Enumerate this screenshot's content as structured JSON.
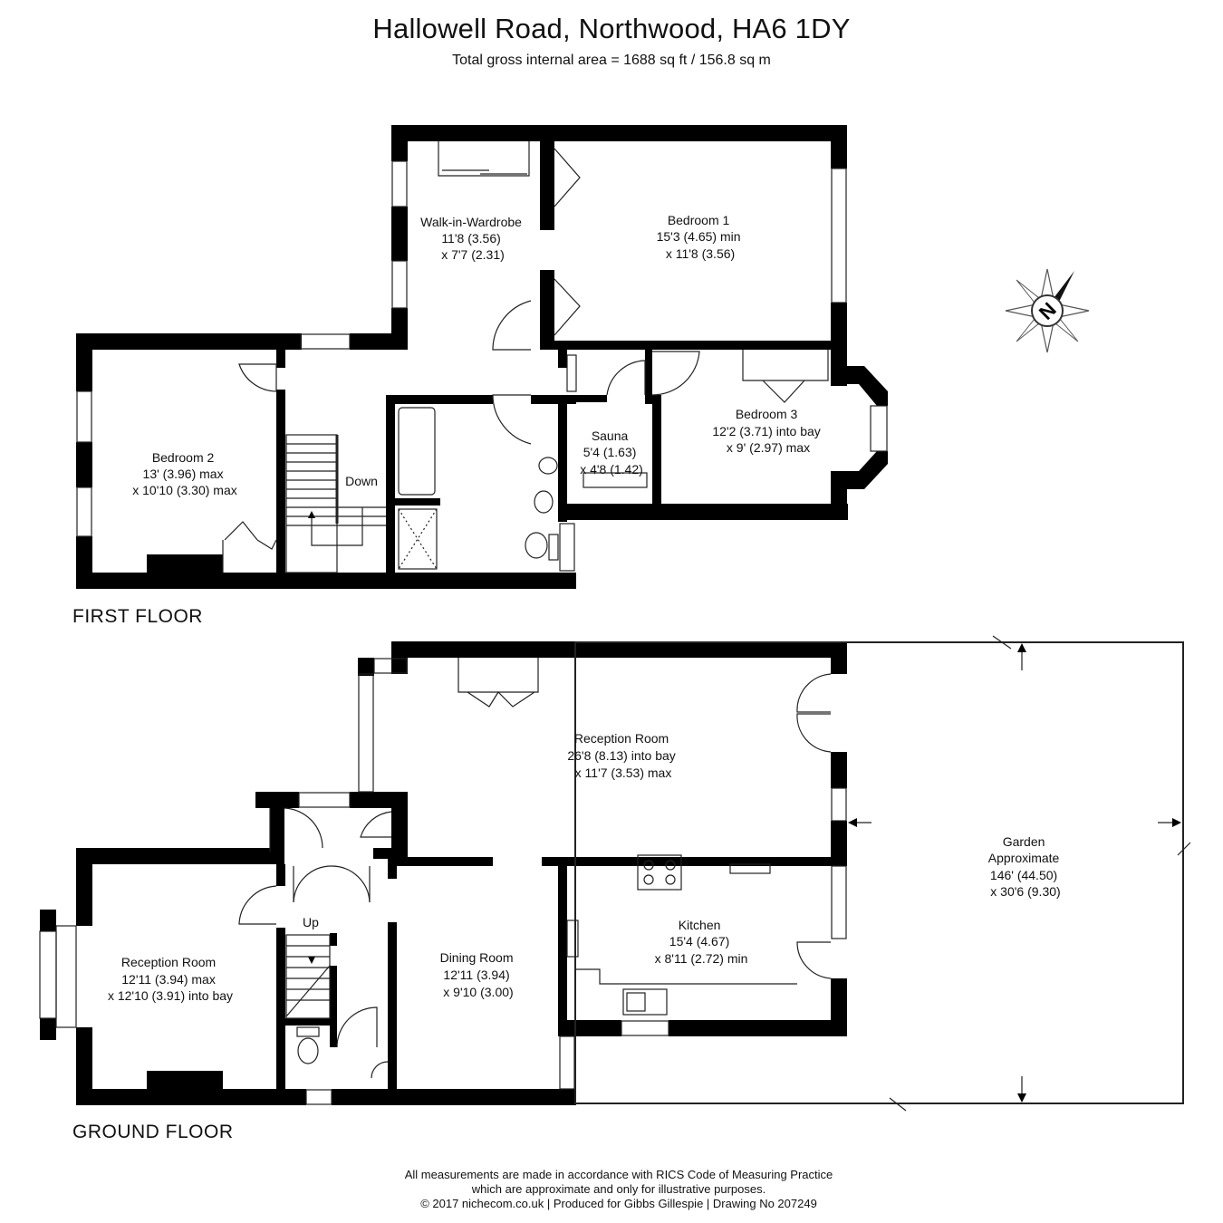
{
  "header": {
    "title": "Hallowell Road, Northwood, HA6 1DY",
    "subtitle": "Total gross internal area =  1688 sq ft / 156.8 sq m"
  },
  "floors": {
    "first": {
      "label": "FIRST FLOOR",
      "rooms": {
        "walk_in_wardrobe": [
          "Walk-in-Wardrobe",
          "11'8 (3.56)",
          "x 7'7 (2.31)"
        ],
        "bedroom1": [
          "Bedroom 1",
          "15'3 (4.65) min",
          "x 11'8 (3.56)"
        ],
        "bedroom2": [
          "Bedroom 2",
          "13' (3.96) max",
          "x 10'10 (3.30) max"
        ],
        "sauna": [
          "Sauna",
          "5'4 (1.63)",
          "x 4'8 (1.42)"
        ],
        "bedroom3": [
          "Bedroom 3",
          "12'2 (3.71) into bay",
          "x 9' (2.97) max"
        ]
      },
      "stairs_label": "Down"
    },
    "ground": {
      "label": "GROUND FLOOR",
      "rooms": {
        "reception_main": [
          "Reception Room",
          "26'8 (8.13) into bay",
          "x 11'7 (3.53) max"
        ],
        "kitchen": [
          "Kitchen",
          "15'4 (4.67)",
          "x 8'11 (2.72) min"
        ],
        "dining": [
          "Dining Room",
          "12'11 (3.94)",
          "x 9'10 (3.00)"
        ],
        "reception_front": [
          "Reception Room",
          "12'11 (3.94) max",
          "x 12'10 (3.91) into bay"
        ],
        "garden": [
          "Garden",
          "Approximate",
          "146' (44.50)",
          "x 30'6 (9.30)"
        ]
      },
      "stairs_label": "Up"
    }
  },
  "compass": {
    "letter": "N"
  },
  "footer": {
    "line1": "All measurements are made in accordance with RICS Code of Measuring Practice",
    "line2": "which are approximate and only for illustrative purposes.",
    "line3": "© 2017 nichecom.co.uk  |  Produced for Gibbs Gillespie  |  Drawing No 207249"
  }
}
